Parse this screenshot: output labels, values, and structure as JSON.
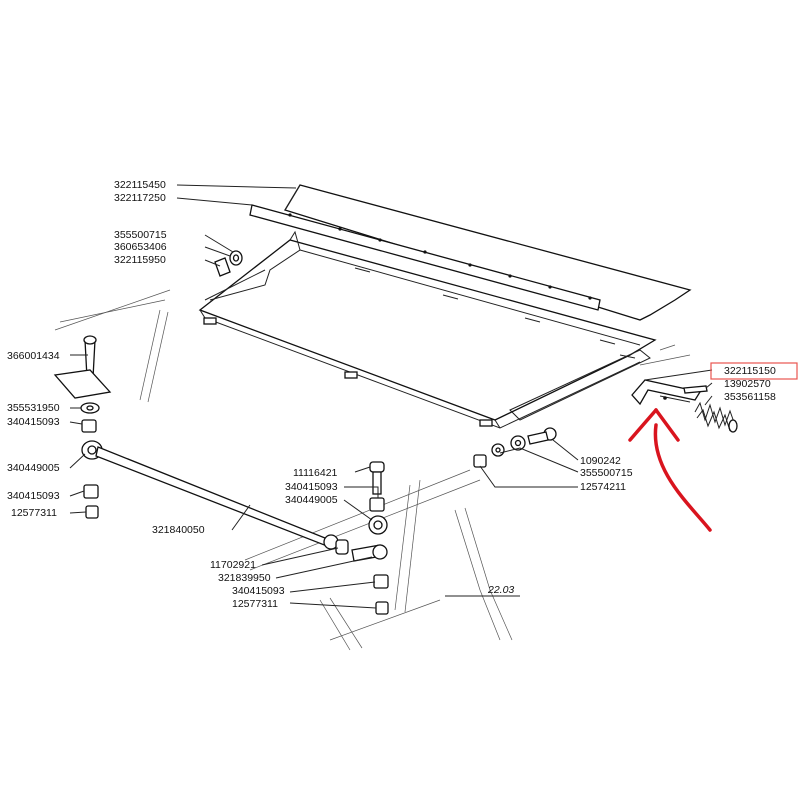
{
  "labels": {
    "p322115450": "322115450",
    "p322117250": "322117250",
    "p355500715a": "355500715",
    "p360653406": "360653406",
    "p322115950": "322115950",
    "p366001434": "366001434",
    "p355531950": "355531950",
    "p340415093a": "340415093",
    "p340449005a": "340449005",
    "p340415093b": "340415093",
    "p12577311a": "12577311",
    "p321840050": "321840050",
    "p11116421": "11116421",
    "p340415093c": "340415093",
    "p340449005b": "340449005",
    "p11702921": "11702921",
    "p321839950": "321839950",
    "p340415093d": "340415093",
    "p12577311b": "12577311",
    "p322115150": "322115150",
    "p13902570": "13902570",
    "p353561158": "353561158",
    "p1090242": "1090242",
    "p355500715b": "355500715",
    "p12574211": "12574211",
    "page_ref": "22.03"
  },
  "highlight": {
    "part": "322115150",
    "box_color": "#e8554f",
    "arrow_color": "#d9141e"
  }
}
